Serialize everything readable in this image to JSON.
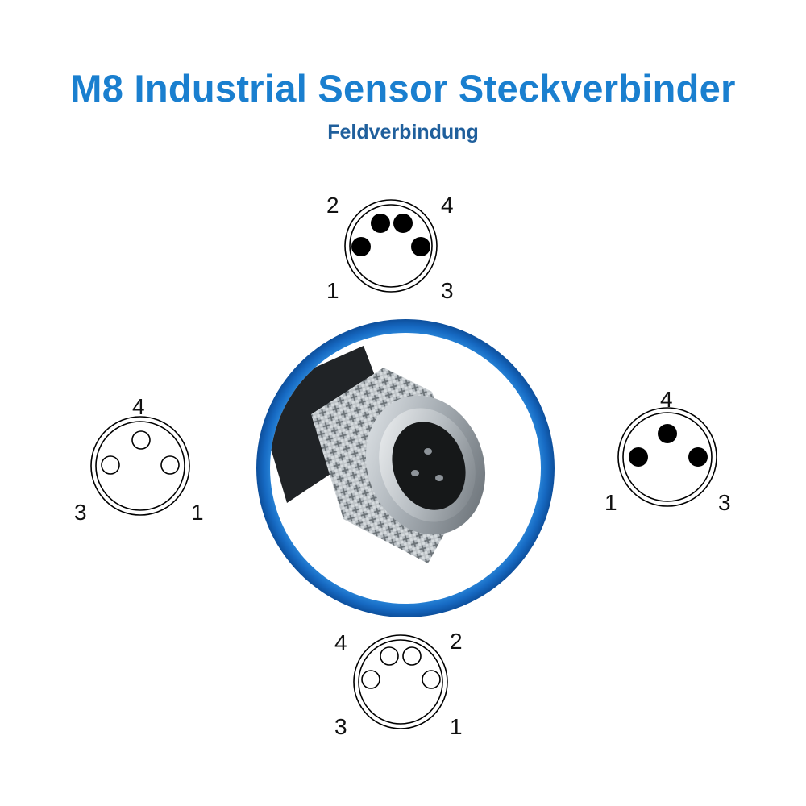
{
  "header": {
    "title": "M8 Industrial Sensor Steckverbinder",
    "subtitle": "Feldverbindung"
  },
  "pinouts": {
    "top_male_4pin": {
      "labels": [
        "2",
        "4",
        "1",
        "3"
      ]
    },
    "left_female_3pin": {
      "labels": [
        "4",
        "3",
        "1"
      ]
    },
    "right_male_3pin": {
      "labels": [
        "4",
        "1",
        "3"
      ]
    },
    "bottom_female_4pin": {
      "labels": [
        "4",
        "2",
        "3",
        "1"
      ]
    }
  },
  "colors": {
    "title": "#1a7fcf",
    "subtitle": "#1f5f9c",
    "ring": "#1575c9",
    "pin": "#000000"
  }
}
